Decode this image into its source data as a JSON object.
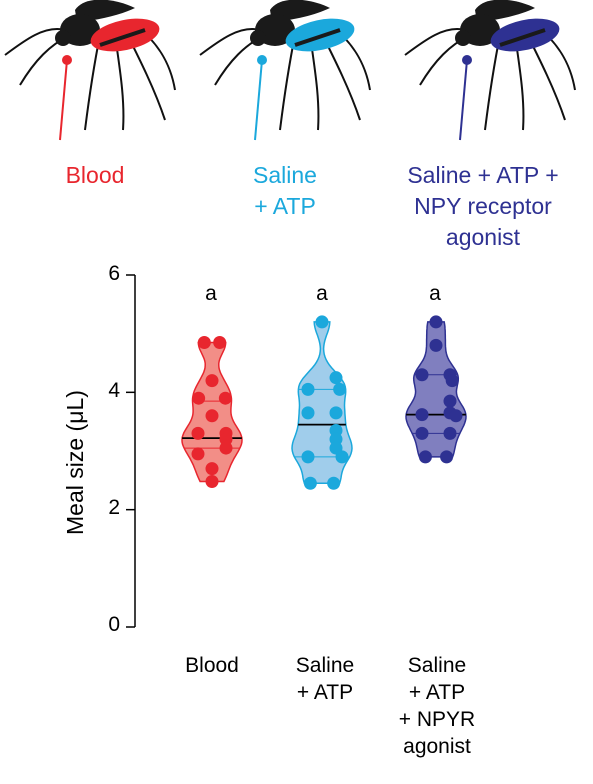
{
  "header": {
    "labels": [
      {
        "text": "Blood",
        "color": "#e8262e"
      },
      {
        "text": "Saline\n+ ATP",
        "color": "#1ba8dc"
      },
      {
        "text": "Saline + ATP +\nNPY receptor\nagonist",
        "color": "#2e3192"
      }
    ]
  },
  "chart_data": {
    "type": "violin",
    "ylabel": "Meal size (μL)",
    "ylim": [
      0,
      6
    ],
    "yticks": [
      0,
      2,
      4,
      6
    ],
    "yticklabels": [
      "0",
      "2",
      "4",
      "6"
    ],
    "categories": [
      "Blood",
      "Saline\n+ ATP",
      "Saline\n+ ATP\n+ NPYR\nagonist"
    ],
    "significance": [
      "a",
      "a",
      "a"
    ],
    "series": [
      {
        "color_point": "#e8262e",
        "color_fill": "#f07a72",
        "median": 3.22,
        "quartiles": [
          3.05,
          3.85
        ],
        "values": [
          4.85,
          4.85,
          4.2,
          3.9,
          3.9,
          3.6,
          3.3,
          3.3,
          3.2,
          3.05,
          2.95,
          2.7,
          2.48
        ]
      },
      {
        "color_point": "#1ba8dc",
        "color_fill": "#8fc4e8",
        "median": 3.45,
        "quartiles": [
          2.9,
          4.05
        ],
        "values": [
          5.2,
          4.25,
          4.05,
          4.05,
          3.65,
          3.65,
          3.35,
          3.2,
          3.05,
          2.9,
          2.9,
          2.45,
          2.45
        ]
      },
      {
        "color_point": "#2e3192",
        "color_fill": "#6a68b4",
        "median": 3.62,
        "quartiles": [
          3.3,
          4.3
        ],
        "values": [
          5.2,
          4.8,
          4.3,
          4.3,
          4.2,
          3.85,
          3.65,
          3.62,
          3.6,
          3.3,
          3.3,
          2.9,
          2.9
        ]
      }
    ]
  }
}
